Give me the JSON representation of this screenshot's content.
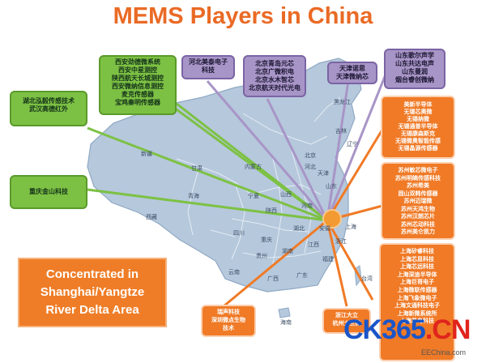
{
  "title": "MEMS Players in China",
  "colors": {
    "title": "#ea6a25",
    "green": "#7dc144",
    "purple": "#a895c7",
    "orange": "#f07a26",
    "map": "#b6c8dc",
    "hub": "#f39a32"
  },
  "map_labels": [
    {
      "name": "新疆"
    },
    {
      "name": "西藏"
    },
    {
      "name": "甘肃"
    },
    {
      "name": "青海"
    },
    {
      "name": "四川"
    },
    {
      "name": "陕西"
    },
    {
      "name": "山西"
    },
    {
      "name": "内蒙古"
    },
    {
      "name": "黑龙江"
    },
    {
      "name": "吉林"
    },
    {
      "name": "辽宁"
    },
    {
      "name": "河北"
    },
    {
      "name": "北京"
    },
    {
      "name": "天津"
    },
    {
      "name": "山东"
    },
    {
      "name": "河南"
    },
    {
      "name": "湖北"
    },
    {
      "name": "湖南"
    },
    {
      "name": "贵州"
    },
    {
      "name": "云南"
    },
    {
      "name": "广西"
    },
    {
      "name": "广东"
    },
    {
      "name": "福建"
    },
    {
      "name": "浙江"
    },
    {
      "name": "上海"
    },
    {
      "name": "江西"
    },
    {
      "name": "安徽"
    },
    {
      "name": "海南"
    },
    {
      "name": "台湾"
    },
    {
      "name": "重庆"
    },
    {
      "name": "宁夏"
    }
  ],
  "callouts": {
    "xian": {
      "lines": [
        "西安劲德微系统",
        "西安中星测控",
        "陕西航天长城测控",
        "西安微纳信息测控",
        "麦克传感器",
        "宝鸡秦明传感器"
      ]
    },
    "hebei": {
      "lines": [
        "河北美泰电子",
        "科技"
      ]
    },
    "beijing": {
      "lines": [
        "北京青岛元芯",
        "北京广微积电",
        "北京水木智芯",
        "北京航天时代光电"
      ]
    },
    "tianjin": {
      "lines": [
        "天津诺思",
        "天津微纳芯"
      ]
    },
    "shandong": {
      "lines": [
        "山东歌尔声学",
        "山东共达电声",
        "山东曼润",
        "烟台睿创微纳"
      ]
    },
    "hubei": {
      "lines": [
        "湖北泓毅传感技术",
        "武汉高德红外"
      ]
    },
    "chongqing": {
      "lines": [
        "重庆金山科技"
      ]
    },
    "wuxi": {
      "lines": [
        "美新半导体",
        "无锡芯奥微",
        "无锡纳微",
        "无锡通普半导体",
        "无锡康森斯克",
        "无锡微奥智能传感",
        "无锡晶源传感器"
      ]
    },
    "suzhou": {
      "lines": [
        "苏州敏芯微电子",
        "苏州明皜传感科技",
        "苏州希美",
        "固山双韩传感器",
        "苏州迈瑞微",
        "苏州天鸿生物",
        "苏州汉朗芯片",
        "苏州芯动科技",
        "苏州美仑凯力"
      ]
    },
    "shanghai": {
      "lines": [
        "上海矽睿科技",
        "上海芯显科技",
        "上海芯远科技",
        "上海深迪半导体",
        "上海巨哥电子",
        "上海微联传感器",
        "上海飞象微电子",
        "上海文通科技电子",
        "上海新微系统所",
        "上海芯岛科技"
      ]
    },
    "shenzhen": {
      "lines": [
        "瑞声科技",
        "深圳微点生物",
        "技术"
      ]
    },
    "zhejiang": {
      "lines": [
        "浙江大立",
        "杭州士兰微"
      ]
    }
  },
  "label_box": {
    "lines": [
      "Concentrated in",
      "Shanghai/Yangtze",
      "River Delta Area"
    ]
  },
  "watermark": {
    "ck": "CK365",
    "dot": ".",
    "cn": "CN",
    "site": "EEChina.com"
  }
}
